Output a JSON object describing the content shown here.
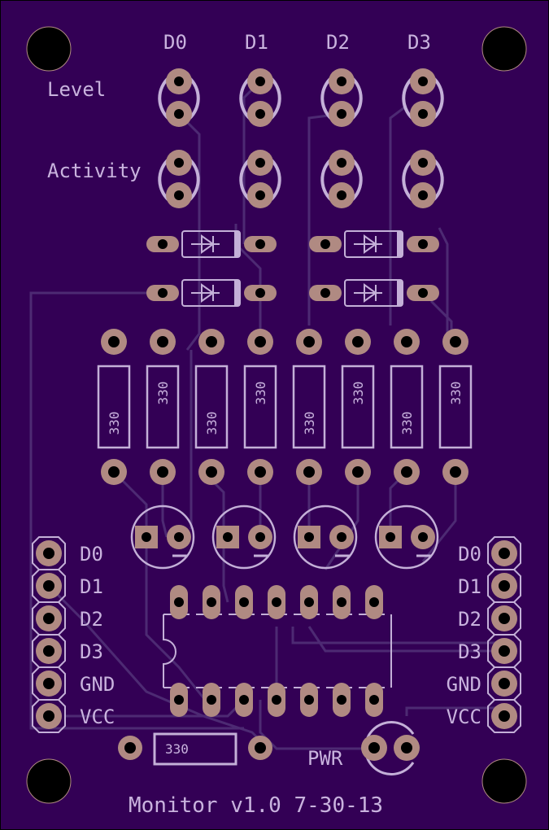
{
  "board": {
    "title": "Monitor v1.0 7-30-13",
    "colors": {
      "substrate": "#330055",
      "trace": "#4d2a73",
      "silkscreen": "#c4b0d8",
      "copper": "#b08a82",
      "drill": "#000000"
    }
  },
  "labels": {
    "level": "Level",
    "activity": "Activity",
    "pwr": "PWR"
  },
  "led_columns": [
    "D0",
    "D1",
    "D2",
    "D3"
  ],
  "resistors": {
    "row_values": [
      "330",
      "330",
      "330",
      "330",
      "330",
      "330",
      "330",
      "330"
    ],
    "pwr_resistor": "330"
  },
  "headers": {
    "left": [
      "D0",
      "D1",
      "D2",
      "D3",
      "GND",
      "VCC"
    ],
    "right": [
      "D0",
      "D1",
      "D2",
      "D3",
      "GND",
      "VCC"
    ]
  },
  "components": {
    "diode_count": 4,
    "transistor_count": 4,
    "ic_pins_per_side": 7
  }
}
